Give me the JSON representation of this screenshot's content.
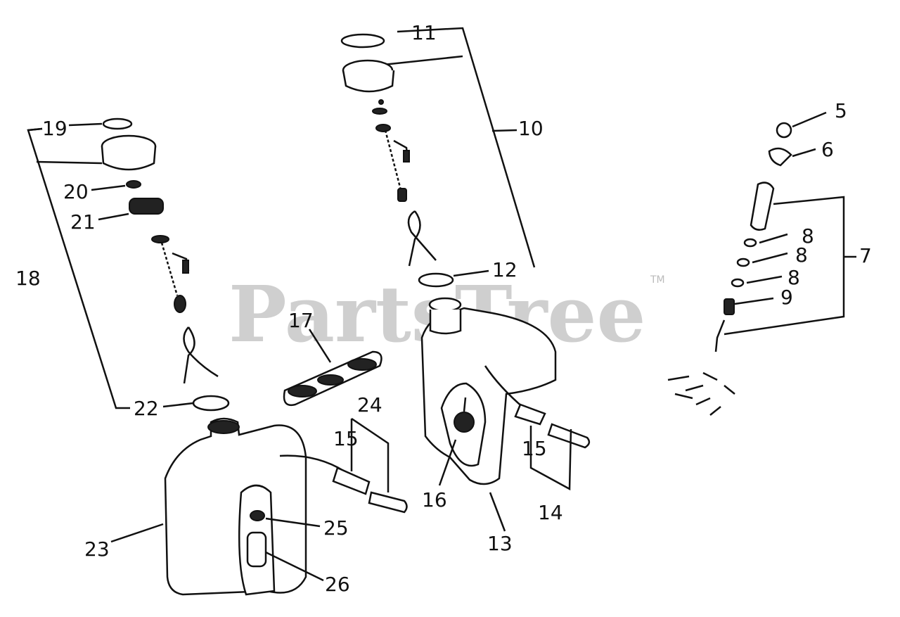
{
  "watermark": {
    "text": "PartsTree",
    "trademark": "TM"
  },
  "callouts": [
    "5",
    "6",
    "7",
    "8",
    "8",
    "8",
    "9",
    "10",
    "11",
    "12",
    "13",
    "14",
    "15",
    "15",
    "16",
    "17",
    "18",
    "19",
    "20",
    "21",
    "22",
    "23",
    "24",
    "25",
    "26"
  ],
  "colors": {
    "ink": "#111111",
    "watermark": "#cfcfcf",
    "background": "#ffffff"
  }
}
